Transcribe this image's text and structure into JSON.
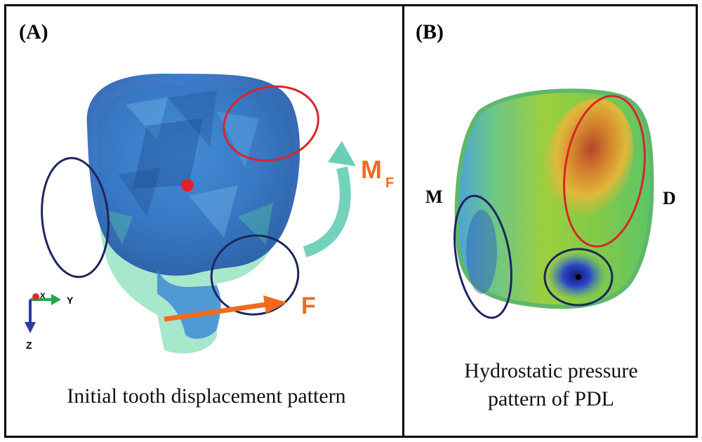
{
  "panel_a": {
    "label": "(A)",
    "caption": "Initial tooth displacement pattern",
    "force_label": "F",
    "moment_label_main": "M",
    "moment_label_sub": "F",
    "axis_y_label": "Y",
    "axis_z_label": "Z",
    "axis_x_label": "X"
  },
  "panel_b": {
    "label": "(B)",
    "caption_line1": "Hydrostatic pressure",
    "caption_line2": "pattern of PDL",
    "mesial_label": "M",
    "distal_label": "D"
  },
  "colors": {
    "force_arrow": "#f26b1d",
    "moment_arrow": "#5cc9b0",
    "red_ellipse": "#d7262b",
    "navy_ellipse": "#1d2560",
    "tooth_blue": "#2f6fc4",
    "tooth_green": "#5fd3a0"
  }
}
